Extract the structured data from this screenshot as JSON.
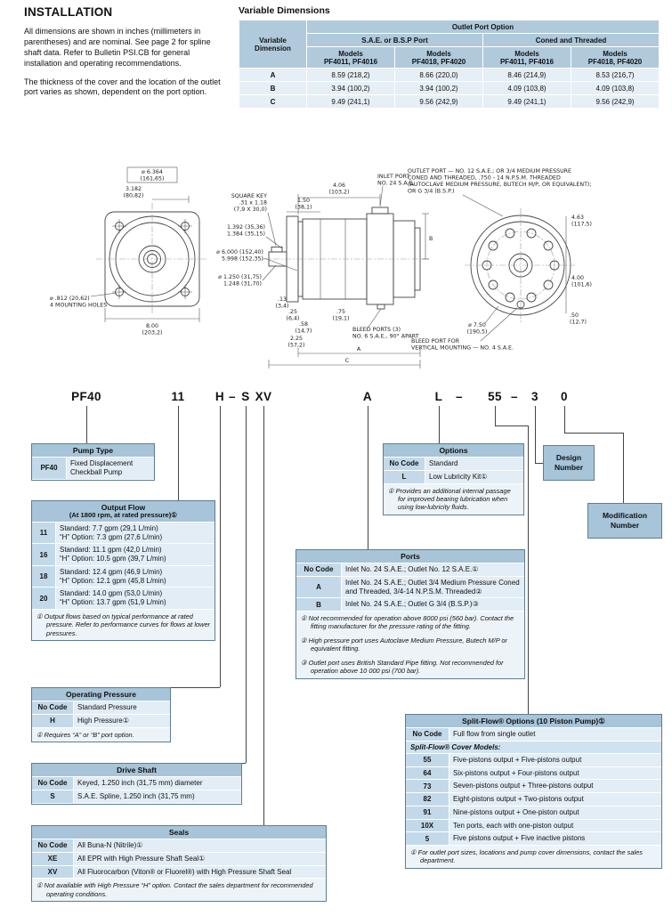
{
  "installation": {
    "title": "INSTALLATION",
    "p1": "All dimensions are shown in inches (millimeters in parentheses) and are nominal. See page 2 for spline shaft data. Refer to Bulletin PSI.CB for general installation and operating recommendations.",
    "p2": "The thickness of the cover and the location of the outlet port varies as shown, dependent on the port option."
  },
  "var_dims": {
    "title": "Variable Dimensions",
    "outlet_header": "Outlet Port Option",
    "group_sae": "S.A.E. or B.S.P Port",
    "group_coned": "Coned and Threaded",
    "col0_l1": "Variable",
    "col0_l2": "Dimension",
    "cols": [
      {
        "l1": "Models",
        "l2": "PF4011, PF4016"
      },
      {
        "l1": "Models",
        "l2": "PF4018, PF4020"
      },
      {
        "l1": "Models",
        "l2": "PF4011, PF4016"
      },
      {
        "l1": "Models",
        "l2": "PF4018, PF4020"
      }
    ],
    "rows": [
      {
        "dim": "A",
        "v1": "8.59 (218,2)",
        "v2": "8.66 (220,0)",
        "v3": "8.46 (214,9)",
        "v4": "8.53 (216,7)"
      },
      {
        "dim": "B",
        "v1": "3.94 (100,2)",
        "v2": "3.94 (100,2)",
        "v3": "4.09 (103,8)",
        "v4": "4.09 (103,8)"
      },
      {
        "dim": "C",
        "v1": "9.49 (241,1)",
        "v2": "9.56 (242,9)",
        "v3": "9.49 (241,1)",
        "v4": "9.56 (242,9)"
      }
    ]
  },
  "drawing": {
    "front": {
      "dia_top_l1": "⌀ 6.364",
      "dia_top_l2": "(161,65)",
      "half_l1": "3.182",
      "half_l2": "(80,82)",
      "width_l1": "8.00",
      "width_l2": "(203,2)",
      "holes_l1": "⌀ .812 (20,62)",
      "holes_l2": "4 MOUNTING HOLES"
    },
    "side": {
      "key_l1": "SQUARE KEY",
      "key_l2": ".31 x 1.18",
      "key_l3": "(7,9 X 30,0)",
      "key_h_l1": "1.392 (35,36)",
      "key_h_l2": "1.384 (35,15)",
      "pilot_l1": "⌀ 6.000 (152,40)",
      "pilot_l2": "5.998 (152,35)",
      "shaft_l1": "⌀ 1.250 (31,75)",
      "shaft_l2": "1.248 (31,70)",
      "len150_l1": "1.50",
      "len150_l2": "(38,1)",
      "len406_l1": "4.06",
      "len406_l2": "(103,2)",
      "inlet_l1": "INLET PORT",
      "inlet_l2": "NO. 24 S.A.E.",
      "d13_l1": ".13",
      "d13_l2": "(3,4)",
      "d25_l1": ".25",
      "d25_l2": "(6,4)",
      "d58_l1": ".58",
      "d58_l2": "(14,7)",
      "d75_l1": ".75",
      "d75_l2": "(19,1)",
      "d225_l1": "2.25",
      "d225_l2": "(57,2)",
      "bleed_l1": "BLEED PORTS (3)",
      "bleed_l2": "NO. 6 S.A.E., 90° APART",
      "dim_a": "A",
      "dim_b": "B",
      "dim_c": "C"
    },
    "rear": {
      "outlet_l1": "OUTLET PORT — NO. 12 S.A.E.; OR 3/4 MEDIUM PRESSURE",
      "outlet_l2": "CONED AND THREADED, .750 - 14 N.P.S.M. THREADED",
      "outlet_l3": "(AUTOCLAVE MEDIUM PRESSURE, BUTECH M/P, OR EQUIVALENT);",
      "outlet_l4": "OR G 3/4 (B.S.P.)",
      "d463_l1": "4.63",
      "d463_l2": "(117,5)",
      "d400_l1": "4.00",
      "d400_l2": "(101,6)",
      "d50_l1": ".50",
      "d50_l2": "(12,7)",
      "d750_l1": "⌀ 7.50",
      "d750_l2": "(190,5)",
      "bleed_l1": "BLEED PORT FOR",
      "bleed_l2": "VERTICAL MOUNTING — NO. 4 S.A.E."
    }
  },
  "model_code": {
    "segments": [
      "PF40",
      "11",
      "H",
      "–",
      "S",
      "XV",
      "A",
      "L",
      "–",
      "55",
      "–",
      "3",
      "0"
    ]
  },
  "pump_type": {
    "title": "Pump Type",
    "rows": [
      {
        "code": "PF40",
        "desc_l1": "Fixed Displacement",
        "desc_l2": "Checkball Pump"
      }
    ]
  },
  "output_flow": {
    "title_l1": "Output Flow",
    "title_l2": "(At 1800 rpm, at rated pressure)①",
    "rows": [
      {
        "code": "11",
        "std": "Standard: 7.7 gpm (29,1 L/min)",
        "h": "“H” Option: 7.3 gpm (27,6 L/min)"
      },
      {
        "code": "16",
        "std": "Standard: 11.1 gpm (42,0 L/min)",
        "h": "“H” Option: 10.5 gpm (39,7 L/min)"
      },
      {
        "code": "18",
        "std": "Standard: 12.4 gpm (46,9 L/min)",
        "h": "“H” Option: 12.1 gpm (45,8 L/min)"
      },
      {
        "code": "20",
        "std": "Standard: 14.0 gpm (53,0 L/min)",
        "h": "“H” Option: 13.7 gpm (51,9 L/min)"
      }
    ],
    "footnote": "①  Output flows based on typical performance at rated pressure. Refer to performance curves for flows at lower pressures."
  },
  "operating_pressure": {
    "title": "Operating Pressure",
    "rows": [
      {
        "code": "No Code",
        "desc": "Standard Pressure"
      },
      {
        "code": "H",
        "desc": "High Pressure①"
      }
    ],
    "footnote": "①  Requires “A” or “B” port option."
  },
  "drive_shaft": {
    "title": "Drive Shaft",
    "rows": [
      {
        "code": "No Code",
        "desc": "Keyed, 1.250 inch (31,75 mm) diameter"
      },
      {
        "code": "S",
        "desc": "S.A.E. Spline, 1.250 inch (31,75 mm)"
      }
    ]
  },
  "seals": {
    "title": "Seals",
    "rows": [
      {
        "code": "No Code",
        "desc": "All Buna-N (Nitrile)①"
      },
      {
        "code": "XE",
        "desc": "All EPR with High Pressure Shaft Seal①"
      },
      {
        "code": "XV",
        "desc": "All Fluorocarbon (Viton® or Fluorel®) with High Pressure Shaft Seal"
      }
    ],
    "footnote": "①  Not available with High Pressure “H” option. Contact the sales department for recommended operating conditions."
  },
  "options": {
    "title": "Options",
    "rows": [
      {
        "code": "No Code",
        "desc": "Standard"
      },
      {
        "code": "L",
        "desc": "Low Lubricity Kit①"
      }
    ],
    "footnote": "①  Provides an additional internal passage for improved bearing lubrication when using low-lubricity fluids."
  },
  "ports": {
    "title": "Ports",
    "rows": [
      {
        "code": "No Code",
        "desc": "Inlet No. 24 S.A.E.; Outlet No. 12 S.A.E.①"
      },
      {
        "code": "A",
        "desc": "Inlet No. 24 S.A.E.; Outlet 3/4 Medium Pressure Coned and Threaded, 3/4-14 N.P.S.M. Threaded②"
      },
      {
        "code": "B",
        "desc": "Inlet No. 24 S.A.E.; Outlet G 3/4 (B.S.P.)③"
      }
    ],
    "footnotes": [
      "①  Not recommended for operation above 8000 psi (560 bar). Contact the fitting manufacturer for the pressure rating of the fitting.",
      "②  High pressure port uses Autoclave Medium Pressure, Butech M/P or equivalent fitting.",
      "③  Outlet port uses British Standard Pipe fitting. Not recommended for operation above 10 000 psi (700 bar)."
    ]
  },
  "design_number": {
    "l1": "Design",
    "l2": "Number"
  },
  "modification_number": {
    "l1": "Modification",
    "l2": "Number"
  },
  "split_flow": {
    "title": "Split-Flow® Options (10 Piston Pump)①",
    "rows": [
      {
        "code": "No Code",
        "desc": "Full flow from single outlet"
      }
    ],
    "subheader": "Split-Flow® Cover Models:",
    "cover_rows": [
      {
        "code": "55",
        "desc": "Five-pistons output + Five-pistons output"
      },
      {
        "code": "64",
        "desc": "Six-pistons output + Four-pistons output"
      },
      {
        "code": "73",
        "desc": "Seven-pistons output + Three-pistons output"
      },
      {
        "code": "82",
        "desc": "Eight-pistons output + Two-pistons output"
      },
      {
        "code": "91",
        "desc": "Nine-pistons output + One-piston output"
      },
      {
        "code": "10X",
        "desc": "Ten ports, each with one-piston output"
      },
      {
        "code": "5",
        "desc": "Five pistons output + Five inactive pistons"
      }
    ],
    "footnote": "①  For outlet port sizes, locations and pump cover dimensions, contact the sales department."
  }
}
